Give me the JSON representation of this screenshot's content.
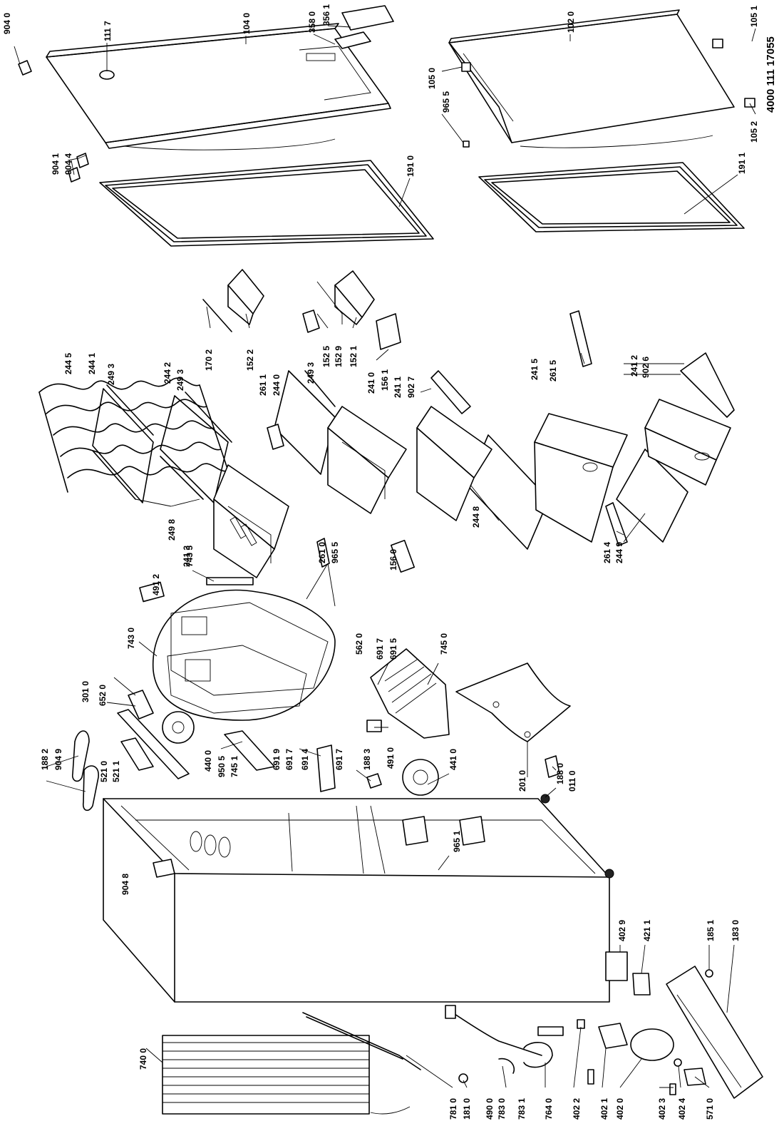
{
  "document_number": "4000 111 17055",
  "labels": {
    "l9040": "904 0",
    "l1117": "111 7",
    "l1040": "104 0",
    "l3580": "358 0",
    "l3561": "356 1",
    "l1020": "102 0",
    "l1051": "105 1",
    "l1050": "105 0",
    "l9655a": "965 5",
    "l1052": "105 2",
    "l9041": "904 1",
    "l9044": "904 4",
    "l1910": "191 0",
    "l1911": "191 1",
    "l2445": "244 5",
    "l2441": "244 1",
    "l2493a": "249 3",
    "l2442": "244 2",
    "l2493b": "249 3",
    "l1702": "170 2",
    "l1522": "152 2",
    "l2611": "261 1",
    "l2440": "244 0",
    "l2493c": "249 3",
    "l1525": "152 5",
    "l1529": "152 9",
    "l1521": "152 1",
    "l2410": "241 0",
    "l1561": "156 1",
    "l2411": "241 1",
    "l9027": "902 7",
    "l2415": "241 5",
    "l2615": "261 5",
    "l2412": "241 2",
    "l9026": "902 6",
    "l2498": "249 8",
    "l2413": "241 3",
    "l7435": "743 5",
    "l4912": "491 2",
    "l2610": "261 0",
    "l9655b": "965 5",
    "l1560": "156 0",
    "l2448": "244 8",
    "l2614": "261 4",
    "l2449": "244 9",
    "l7430": "743 0",
    "l5620": "562 0",
    "l6917a": "691 7",
    "l6915": "691 5",
    "l7450": "745 0",
    "l3010": "301 0",
    "l6520": "652 0",
    "l1882": "188 2",
    "l9049": "904 9",
    "l5210": "521 0",
    "l5211": "521 1",
    "l4400": "440 0",
    "l9505": "950 5",
    "l7451": "745 1",
    "l6919": "691 9",
    "l6917b": "691 7",
    "l6914": "691 4",
    "l6917c": "691 7",
    "l1883": "188 3",
    "l4910": "491 0",
    "l4410": "441 0",
    "l2010": "201 0",
    "l1880": "188 0",
    "l0110": "011 0",
    "l9048": "904 8",
    "l9651": "965 1",
    "l4029": "402 9",
    "l4211": "421 1",
    "l1851": "185 1",
    "l1830": "183 0",
    "l7400": "740 0",
    "l7810": "781 0",
    "l1810": "181 0",
    "l4900": "490 0",
    "l7830": "783 0",
    "l7831": "783 1",
    "l7640": "764 0",
    "l4022": "402 2",
    "l4021": "402 1",
    "l4020": "402 0",
    "l4023": "402 3",
    "l4024": "402 4",
    "l5710": "571 0"
  }
}
